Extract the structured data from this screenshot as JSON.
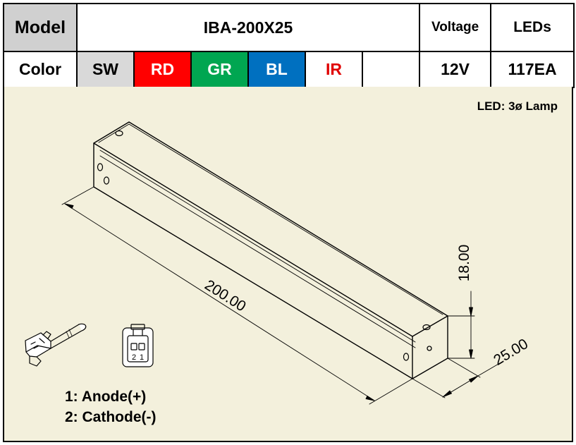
{
  "spec_table": {
    "model_label": "Model",
    "model_value": "IBA-200X25",
    "voltage_label": "Voltage",
    "leds_label": "LEDs",
    "color_label": "Color",
    "colors": [
      {
        "code": "SW",
        "bg": "#d9d9d9",
        "fg": "#000000"
      },
      {
        "code": "RD",
        "bg": "#ff0000",
        "fg": "#ffffff"
      },
      {
        "code": "GR",
        "bg": "#00a651",
        "fg": "#ffffff"
      },
      {
        "code": "BL",
        "bg": "#0070c0",
        "fg": "#ffffff"
      },
      {
        "code": "IR",
        "bg": "#ffffff",
        "fg": "#e00000"
      },
      {
        "code": "",
        "bg": "#ffffff",
        "fg": "#000000"
      }
    ],
    "voltage_value": "12V",
    "leds_value": "117EA"
  },
  "drawing": {
    "led_note": "LED: 3ø Lamp",
    "dim_length": "200.00",
    "dim_height": "18.00",
    "dim_width": "25.00",
    "connector_pin_1": "1",
    "connector_pin_2": "2",
    "pin_1_desc": "1: Anode(+)",
    "pin_2_desc": "2: Cathode(-)",
    "background_color": "#f3f0dc"
  }
}
